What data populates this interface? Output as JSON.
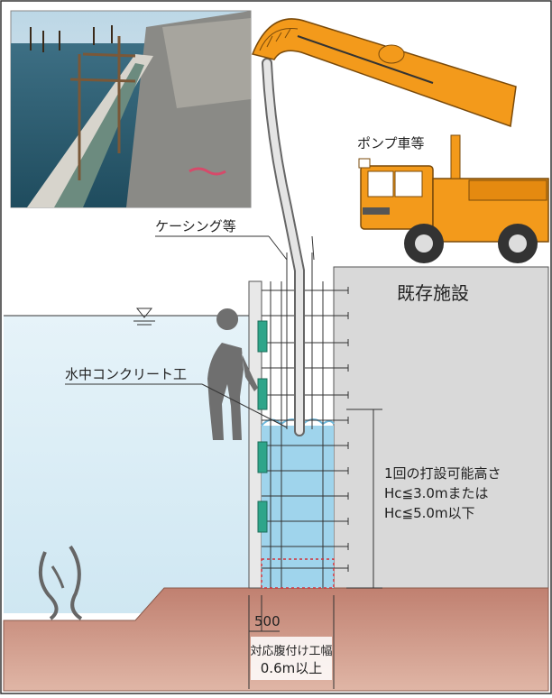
{
  "labels": {
    "pump_truck": "ポンプ車等",
    "casing": "ケーシング等",
    "existing_facility": "既存施設",
    "underwater_concrete": "水中コンクリート工",
    "pour_height_line1": "1回の打設可能高さ",
    "pour_height_line2": "Hc≦3.0mまたは",
    "pour_height_line3": "Hc≦5.0m以下",
    "dim_500": "500",
    "width_line1": "対応腹付け工幅",
    "width_line2": "0.6m以上"
  },
  "photo": {
    "description_icon": "harbor-photo"
  },
  "colors": {
    "water": "#dff0f8",
    "seabed": "#c98b78",
    "facility": "#d6d6d6",
    "concrete_pour": "#9fd4ec",
    "truck": "#f39a1b",
    "boom": "#f39a1b",
    "formwork_green": "#2ea58a"
  }
}
